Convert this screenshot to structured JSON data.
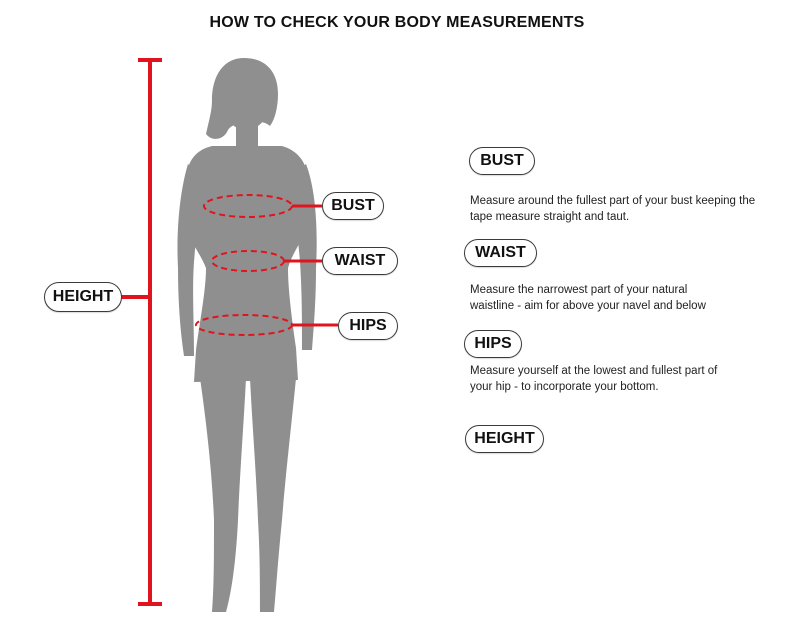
{
  "title": "HOW TO CHECK YOUR BODY MEASUREMENTS",
  "colors": {
    "accent": "#e0141e",
    "silhouette": "#8f8f8f",
    "pill_border": "#3a3a3a"
  },
  "figure_labels": {
    "height": "HEIGHT",
    "bust": "BUST",
    "waist": "WAIST",
    "hips": "HIPS"
  },
  "guide": [
    {
      "key": "bust",
      "label": "BUST",
      "text_lines": [
        "Measure around the fullest part of your bust keeping the",
        "tape measure straight and taut."
      ]
    },
    {
      "key": "waist",
      "label": "WAIST",
      "text_lines": [
        "Measure the narrowest part of your natural",
        "waistline - aim for above your navel and below"
      ]
    },
    {
      "key": "hips",
      "label": "HIPS",
      "text_lines": [
        "Measure yourself at the lowest and fullest part of",
        "your hip - to incorporate your bottom."
      ]
    },
    {
      "key": "height",
      "label": "HEIGHT",
      "text_lines": []
    }
  ]
}
